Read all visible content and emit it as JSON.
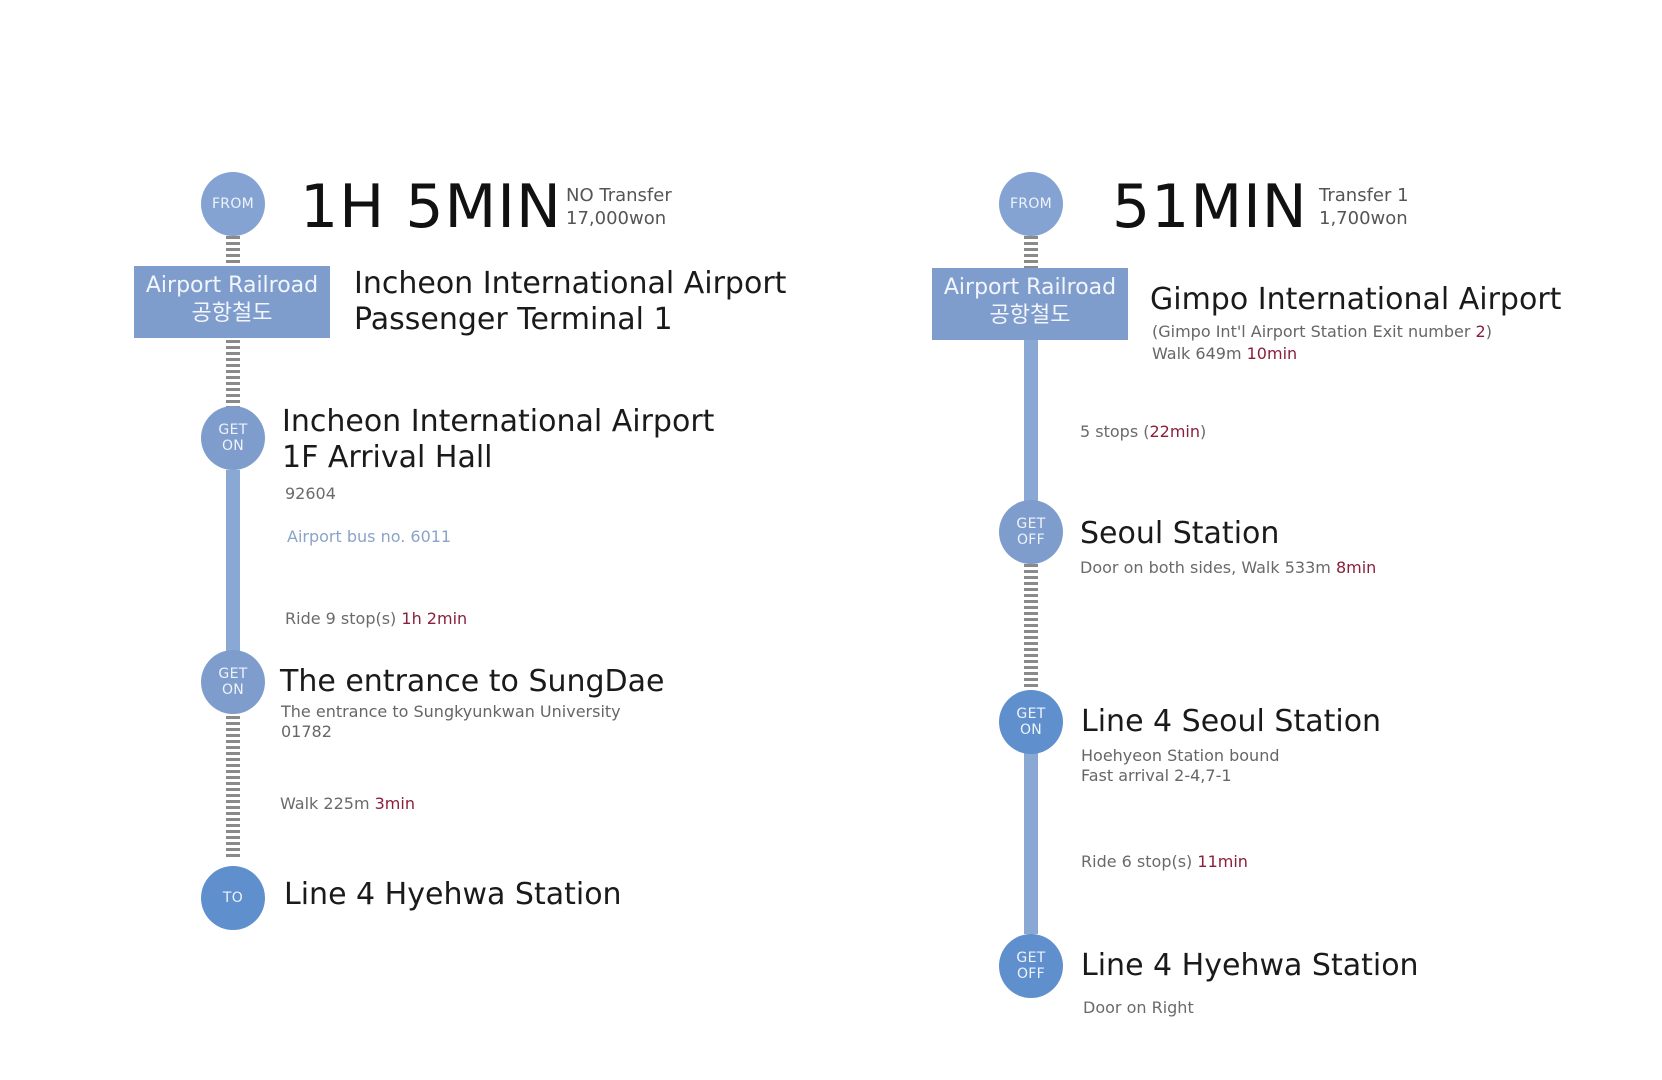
{
  "left": {
    "from_label": "FROM",
    "total_time": "1H 5MIN",
    "transfer": "NO Transfer",
    "fare": "17,000won",
    "rail_en": "Airport Railroad",
    "rail_ko": "공항철도",
    "origin_line1": "Incheon International Airport",
    "origin_line2": "Passenger Terminal 1",
    "stop1_label_top": "GET",
    "stop1_label_bottom": "ON",
    "stop1_title1": "Incheon International Airport",
    "stop1_title2": "1F Arrival Hall",
    "stop1_code": "92604",
    "stop1_bus": "Airport bus no. 6011",
    "ride_text": "Ride 9 stop(s)",
    "ride_time": "1h 2min",
    "stop2_label_top": "GET",
    "stop2_label_bottom": "ON",
    "stop2_title": "The entrance to SungDae",
    "stop2_sub": "The entrance to Sungkyunkwan University",
    "stop2_code": "01782",
    "walk_text": "Walk 225m",
    "walk_time": "3min",
    "to_label": "TO",
    "dest_title": "Line 4 Hyehwa Station"
  },
  "right": {
    "from_label": "FROM",
    "total_time": "51MIN",
    "transfer": "Transfer 1",
    "fare": "1,700won",
    "rail_en": "Airport Railroad",
    "rail_ko": "공항철도",
    "origin_title": "Gimpo International Airport",
    "origin_sub_pre": "(Gimpo Int'l Airport Station Exit number ",
    "origin_sub_num": "2",
    "origin_sub_post": ")",
    "origin_walk": "Walk 649m",
    "origin_walk_time": "10min",
    "stops_text": "5 stops (",
    "stops_time": "22min",
    "stops_close": ")",
    "stop1_label_top": "GET",
    "stop1_label_bottom": "OFF",
    "stop1_title": "Seoul Station",
    "stop1_sub": "Door on both sides, Walk 533m",
    "stop1_time": "8min",
    "stop2_label_top": "GET",
    "stop2_label_bottom": "ON",
    "stop2_title": "Line 4 Seoul Station",
    "stop2_sub1": "Hoehyeon Station bound",
    "stop2_sub2": "Fast arrival 2-4,7-1",
    "ride_text": "Ride 6 stop(s)",
    "ride_time": "11min",
    "stop3_label_top": "GET",
    "stop3_label_bottom": "OFF",
    "dest_title": "Line 4 Hyehwa Station",
    "dest_sub": "Door on Right"
  },
  "colors": {
    "node_blue": "#7f9dcc",
    "node_dark_blue": "#5f8fcd",
    "highlight": "#8a1f3c",
    "dashed_line": "#8a8a8a"
  }
}
